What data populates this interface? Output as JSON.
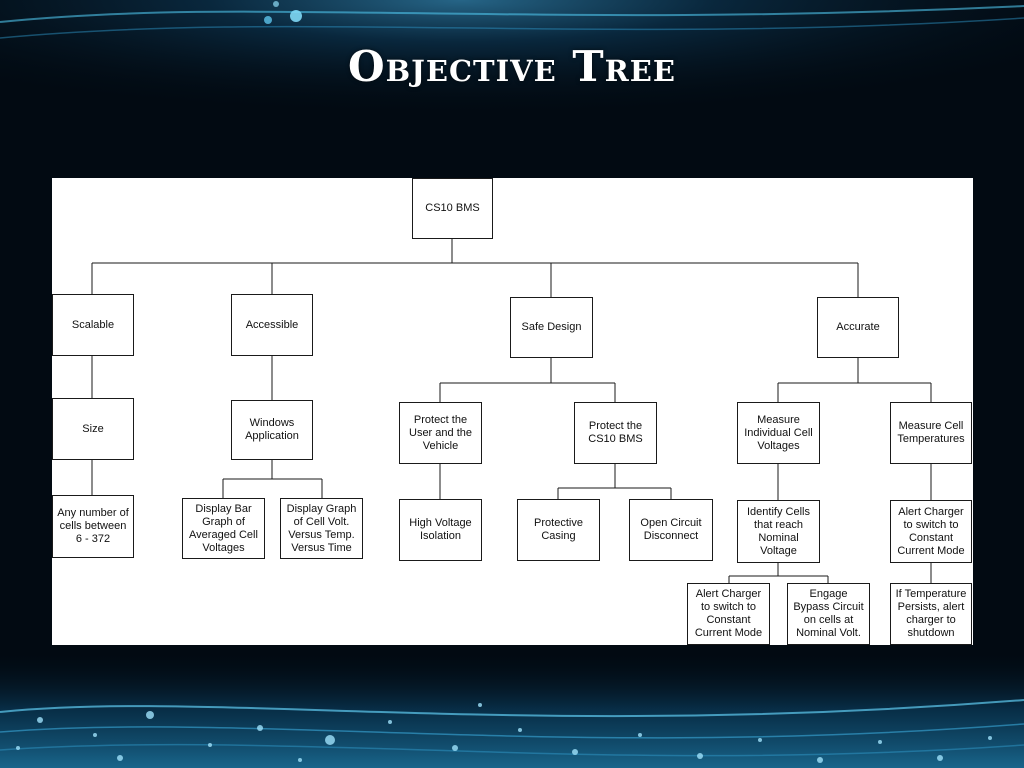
{
  "slide": {
    "title": "Objective Tree"
  },
  "colors": {
    "panel": "#ffffff",
    "ink": "#1a1a1a",
    "glow": "#2fa8d6",
    "background": "#020a12"
  },
  "tree": {
    "root": "CS10 BMS",
    "scalable": "Scalable",
    "accessible": "Accessible",
    "safe_design": "Safe Design",
    "accurate": "Accurate",
    "size": "Size",
    "windows_app": "Windows\nApplication",
    "protect_user": "Protect the\nUser and the\nVehicle",
    "protect_bms": "Protect the\nCS10 BMS",
    "measure_voltages": "Measure\nIndividual Cell\nVoltages",
    "measure_temps": "Measure Cell\nTemperatures",
    "any_cells": "Any number of\ncells between\n6 - 372",
    "bar_graph": "Display Bar\nGraph of\nAveraged Cell\nVoltages",
    "volt_graph": "Display Graph\nof Cell Volt.\nVersus Temp.\nVersus Time",
    "hv_isolation": "High Voltage\nIsolation",
    "protective_casing": "Protective\nCasing",
    "open_circuit": "Open Circuit\nDisconnect",
    "identify_cells": "Identify Cells\nthat reach\nNominal\nVoltage",
    "alert_charger_temp": "Alert Charger\nto switch to\nConstant\nCurrent Mode",
    "alert_charger_volt": "Alert Charger\nto switch to\nConstant\nCurrent Mode",
    "engage_bypass": "Engage\nBypass Circuit\non cells at\nNominal Volt.",
    "temp_persists": "If Temperature\nPersists, alert\ncharger to\nshutdown"
  }
}
